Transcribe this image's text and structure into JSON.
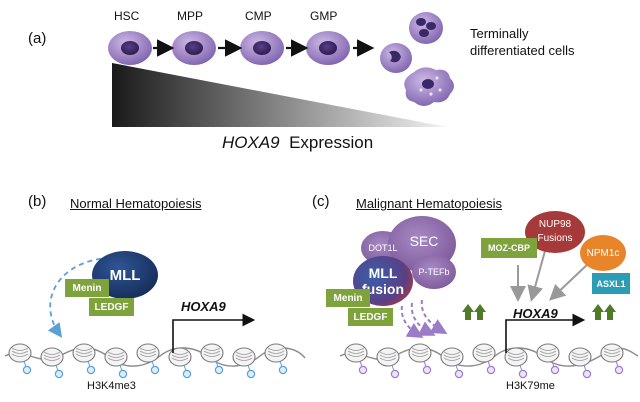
{
  "panels": {
    "a": "(a)",
    "b": "(b)",
    "c": "(c)"
  },
  "stages": [
    "HSC",
    "MPP",
    "CMP",
    "GMP"
  ],
  "terminal": {
    "line1": "Terminally",
    "line2": "differentiated cells"
  },
  "expression": {
    "gene": "HOXA9",
    "word": "Expression"
  },
  "normal": {
    "title": "Normal Hematopoiesis",
    "mll": "MLL",
    "menin": "Menin",
    "ledgf": "LEDGF",
    "target": "HOXA9",
    "mark": "H3K4me3"
  },
  "malignant": {
    "title": "Malignant Hematopoiesis",
    "dot1l": "DOT1L",
    "sec": "SEC",
    "ptefb": "P-TEFb",
    "mll_fusion_1": "MLL",
    "mll_fusion_2": "fusion",
    "menin": "Menin",
    "ledgf": "LEDGF",
    "moz_cbp": "MOZ-CBP",
    "nup98_1": "NUP98",
    "nup98_2": "Fusions",
    "npm1c": "NPM1c",
    "asxl1": "ASXL1",
    "target": "HOXA9",
    "mark": "H3K79me"
  },
  "colors": {
    "cell": "#8a6fb6",
    "mll_navy": "#1f3b6e",
    "green": "#7ea23c",
    "dark_green": "#4f7a26",
    "purple_sec": "#8a64a8",
    "red_nup": "#a63a3a",
    "orange_npm": "#e8842a",
    "teal_asxl": "#2c9cb4",
    "blue_dash": "#5aa0d8",
    "purple_dash": "#9b7cc8",
    "chromatin": "#8b8b8b"
  },
  "icons": {
    "cell": "cell-icon",
    "arrow": "arrow-icon",
    "nucleosome": "nucleosome-icon",
    "methyl_mark": "methyl-mark-icon",
    "up_arrow": "up-arrow-icon"
  }
}
